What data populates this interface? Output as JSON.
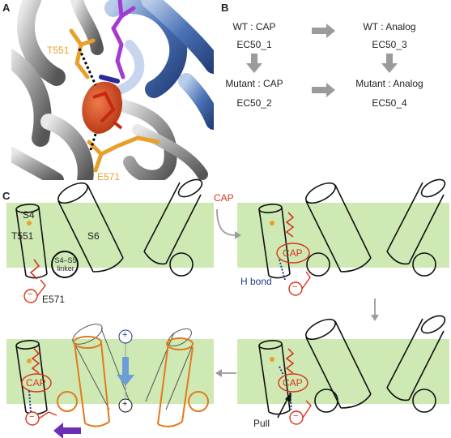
{
  "panels": {
    "a": "A",
    "b": "B",
    "c": "C"
  },
  "structure": {
    "residue_top": "T551",
    "residue_bottom": "E571",
    "colors": {
      "grey_helix": "#8c8c8c",
      "blue_helix": "#3a63a8",
      "orange": "#e8a02a",
      "purple": "#a43bd0",
      "ligand": "#d9481f"
    }
  },
  "flow": {
    "wt_cap": "WT : CAP",
    "wt_cap_ec": "EC50_1",
    "wt_analog": "WT : Analog",
    "wt_analog_ec": "EC50_3",
    "mut_cap": "Mutant : CAP",
    "mut_cap_ec": "EC50_2",
    "mut_analog": "Mutant : Analog",
    "mut_analog_ec": "EC50_4"
  },
  "mechanism": {
    "s4": "S4",
    "s6": "S6",
    "t551": "T551",
    "linker_line1": "S4–S5",
    "linker_line2": "linker",
    "e571": "E571",
    "minus": "−",
    "plus": "+",
    "cap": "CAP",
    "h_bond": "H bond",
    "pull": "Pull",
    "colors": {
      "membrane": "#cfe9b4",
      "cap_red": "#d9351c",
      "hbond_blue": "#1f3a8f",
      "arrow_grey": "#9b9b9b",
      "arrow_blue": "#6d9dd6",
      "arrow_purple": "#6b2fb5",
      "orange": "#e07a1f"
    }
  }
}
